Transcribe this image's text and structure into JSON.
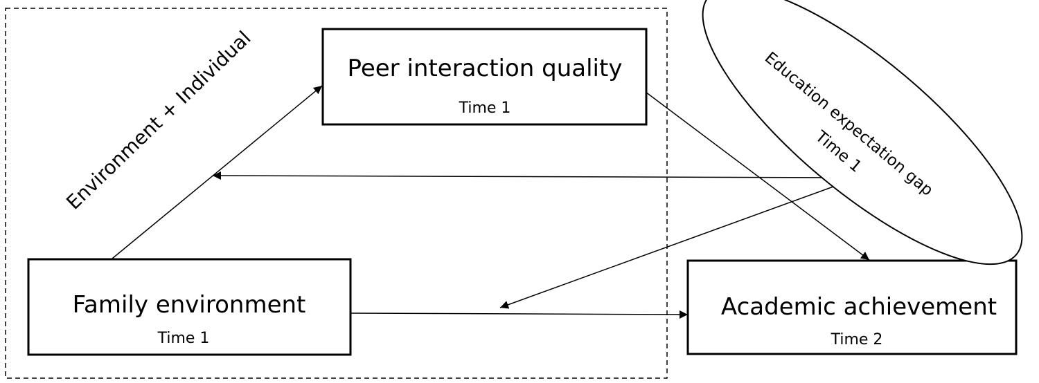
{
  "diagram": {
    "group_label": "Environment + Individual",
    "nodes": {
      "peer": {
        "title": "Peer interaction quality",
        "time": "Time 1"
      },
      "family": {
        "title": "Family environment",
        "time": "Time 1"
      },
      "academic": {
        "title": "Academic achievement",
        "time": "Time 2"
      },
      "gap": {
        "title": "Education expectation gap",
        "time": "Time 1"
      }
    },
    "edges": [
      {
        "from": "Family environment",
        "to": "Peer interaction quality"
      },
      {
        "from": "Peer interaction quality",
        "to": "Academic achievement"
      },
      {
        "from": "Family environment",
        "to": "Academic achievement"
      },
      {
        "from": "Education expectation gap",
        "to": "Family environment → Peer interaction quality"
      },
      {
        "from": "Education expectation gap",
        "to": "Family environment → Academic achievement"
      }
    ]
  }
}
